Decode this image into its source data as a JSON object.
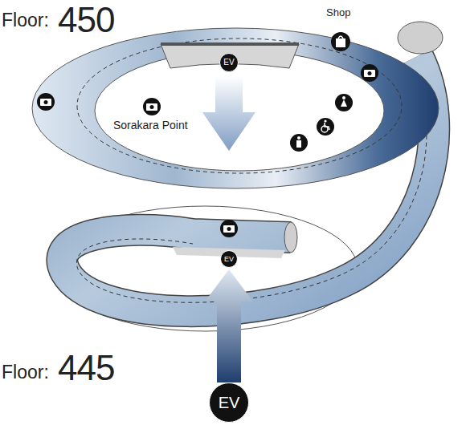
{
  "diagram": {
    "nodes": [
      {
        "text": [
          "EV"
        ]
      },
      {
        "text": [
          "EV"
        ]
      },
      {
        "text": [
          "EV"
        ]
      }
    ],
    "edges": [
      {
        "from": 2,
        "to": 1,
        "arrow": "to"
      }
    ],
    "labels": [
      "Floor:",
      "450",
      "Floor:",
      "445",
      "Shop",
      "Sorakara Point"
    ]
  }
}
